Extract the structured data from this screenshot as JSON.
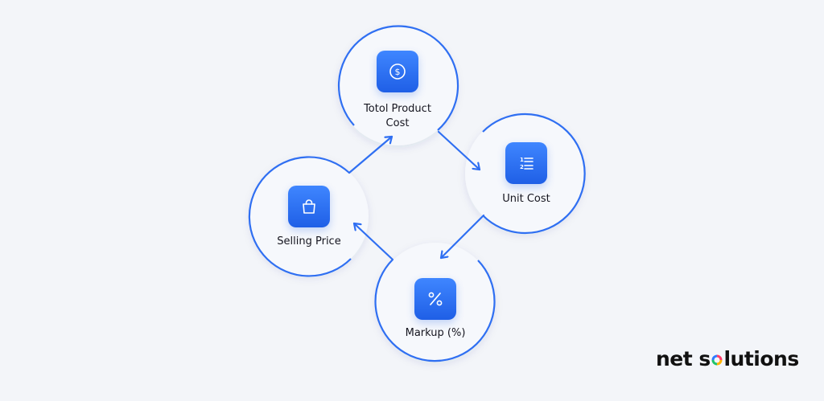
{
  "diagram": {
    "nodes": [
      {
        "id": "total-product-cost",
        "label_line1": "Totol Product",
        "label_line2": "Cost",
        "icon": "dollar-coin-icon"
      },
      {
        "id": "unit-cost",
        "label_line1": "Unit Cost",
        "label_line2": "",
        "icon": "numbered-list-icon"
      },
      {
        "id": "markup",
        "label_line1": "Markup (%)",
        "label_line2": "",
        "icon": "percent-icon"
      },
      {
        "id": "selling-price",
        "label_line1": "Selling Price",
        "label_line2": "",
        "icon": "shopping-bag-icon"
      }
    ],
    "edges": [
      {
        "from": "total-product-cost",
        "to": "unit-cost"
      },
      {
        "from": "unit-cost",
        "to": "markup"
      },
      {
        "from": "markup",
        "to": "selling-price"
      },
      {
        "from": "selling-price",
        "to": "total-product-cost"
      }
    ]
  },
  "brand": {
    "text_before_o": "net s",
    "text_o": "o",
    "text_after_o": "lutions"
  },
  "colors": {
    "background": "#f3f5f9",
    "accent": "#2f6ff2",
    "tile_top": "#3f86ff",
    "tile_bottom": "#1f5fe6",
    "text": "#15151f"
  }
}
